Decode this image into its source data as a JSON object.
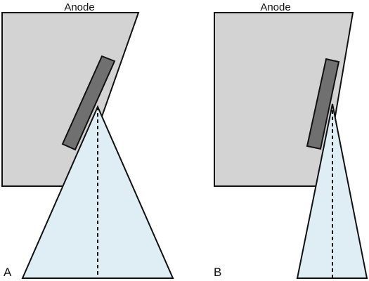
{
  "labels": {
    "anode_a": "Anode",
    "anode_b": "Anode",
    "panel_a": "A",
    "panel_b": "B"
  },
  "colors": {
    "anode": "#d3d3d3",
    "target": "#707070",
    "beam": "#dfedf4",
    "stroke": "#111111"
  }
}
